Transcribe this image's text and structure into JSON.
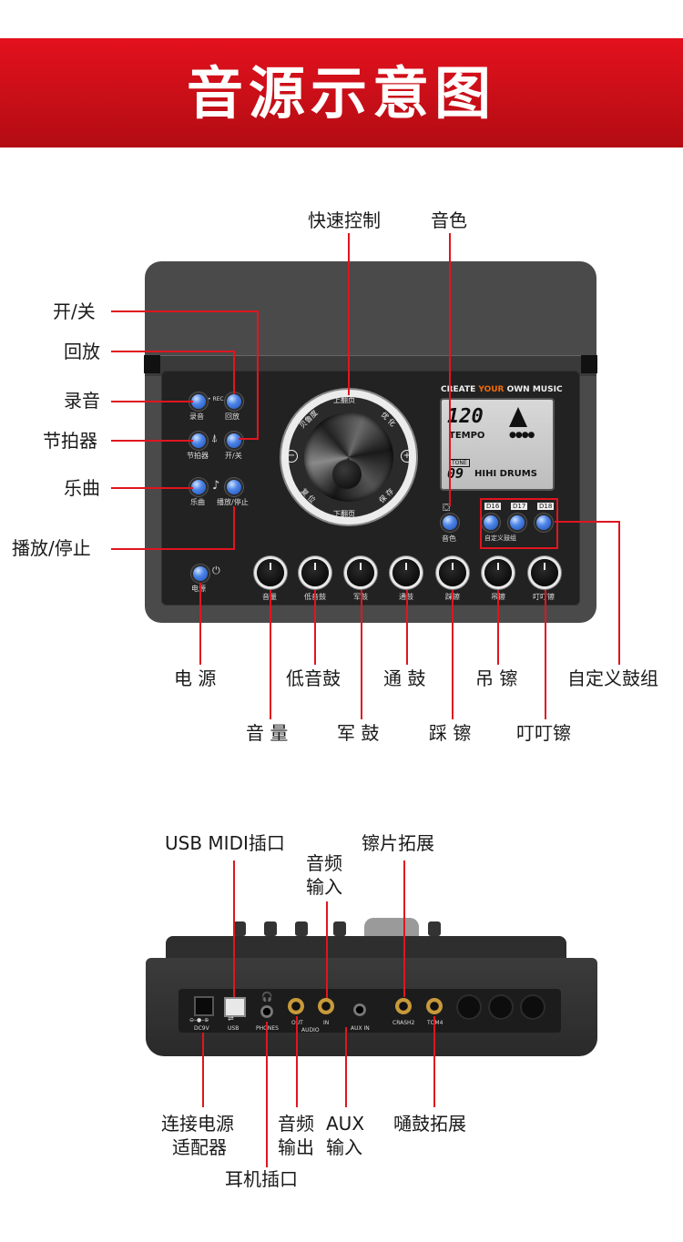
{
  "banner": {
    "title": "音源示意图"
  },
  "top_labels": {
    "kuaisu": "快速控制",
    "yinse": "音色",
    "kaiguan": "开/关",
    "huifang": "回放",
    "luyin": "录音",
    "jiepaiqi": "节拍器",
    "yuequ": "乐曲",
    "bofang": "播放/停止",
    "dianyuan": "电 源",
    "diyingu": "低音鼓",
    "tonggu": "通 鼓",
    "diaocha": "吊 镲",
    "zidingyi": "自定义鼓组",
    "yinliang": "音 量",
    "jungu": "军 鼓",
    "caicha": "踩 镲",
    "dingdingcha": "叮叮镲"
  },
  "device": {
    "slogan_a": "CREATE ",
    "slogan_b": "YOUR",
    "slogan_c": " OWN MUSIC",
    "lcd": {
      "tempo_val": "120",
      "tempo": "TEMPO",
      "tone": "TONE",
      "tone_num": "09",
      "tone_name": "HIHI DRUMS"
    },
    "btn_labels": {
      "rec": "• REC",
      "luyin": "录音",
      "huifang": "回放",
      "jiepaiqi": "节拍器",
      "kaiguan": "开/关",
      "yuequ": "乐曲",
      "bofang": "播放/停止",
      "yinse": "音色",
      "dianyuan": "电源",
      "d16": "D16",
      "d17": "D17",
      "d18": "D18",
      "zidingyi": "自定义鼓组"
    },
    "wheel": {
      "top": "上翻页",
      "bottom": "下翻页",
      "tl": "贝鲁度",
      "tr": "优 化",
      "bl": "复 位",
      "br": "保 存",
      "minus": "−",
      "plus": "+"
    },
    "knobs": [
      "音量",
      "低音鼓",
      "军鼓",
      "通鼓",
      "踩镲",
      "吊镲",
      "叮叮镲"
    ]
  },
  "bottom_labels": {
    "usb_midi": "USB MIDI插口",
    "yinpin_shuru_1": "音频",
    "yinpin_shuru_2": "输入",
    "chapian": "镲片拓展",
    "lianjie_1": "连接电源",
    "lianjie_2": "适配器",
    "yinpin_shuchu_1": "音频",
    "yinpin_shuchu_2": "输出",
    "aux_1": "AUX",
    "aux_2": "输入",
    "tonggu_kuozhan": "嗵鼓拓展",
    "erji": "耳机插口"
  },
  "rear_panel": {
    "dc": "DC9V",
    "usb": "USB",
    "phones": "PHONES",
    "out": "OUT",
    "in": "IN",
    "audio": "AUDIO",
    "aux_in": "AUX IN",
    "crash2": "CRASH2",
    "tom4": "TOM4"
  }
}
